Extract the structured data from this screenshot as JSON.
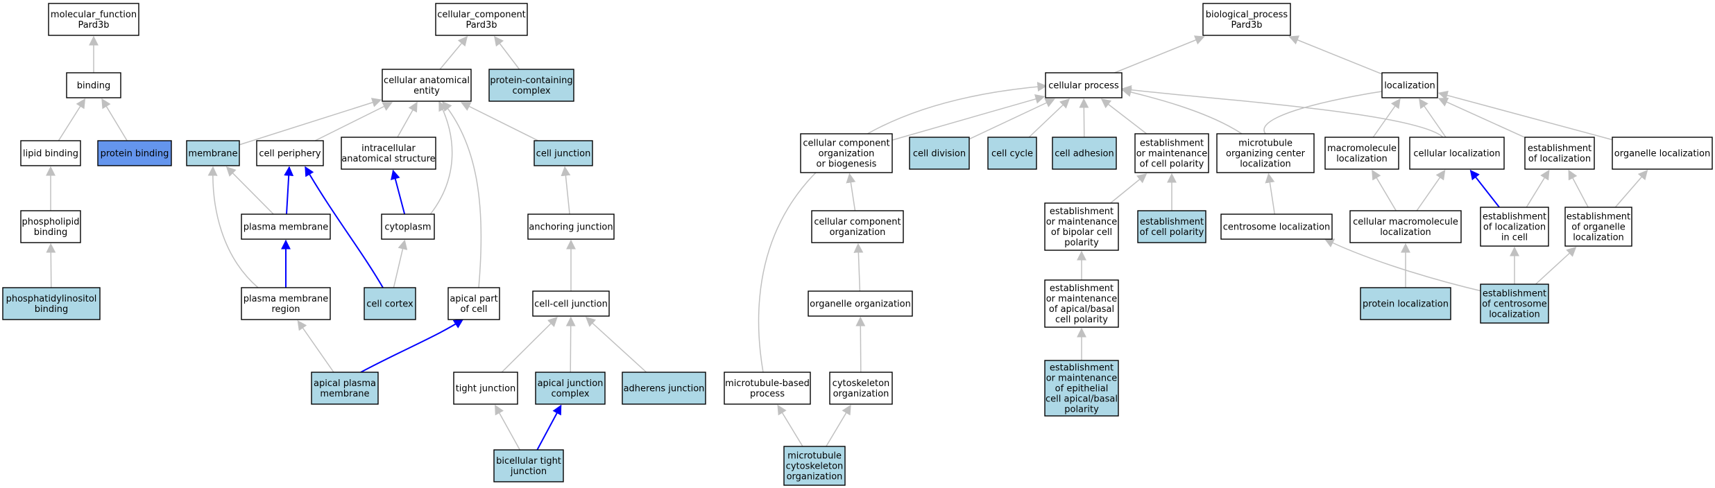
{
  "colors": {
    "default_fill": "#ffffff",
    "annotated_fill": "#add8e6",
    "selected_fill": "#6495ed",
    "is_a_edge": "#c0c0c0",
    "part_of_edge": "#0000ff"
  },
  "nodes": [
    {
      "id": "mf",
      "lines": [
        "molecular_function",
        "Pard3b"
      ],
      "fill": "default"
    },
    {
      "id": "binding",
      "lines": [
        "binding"
      ],
      "fill": "default"
    },
    {
      "id": "lipid_binding",
      "lines": [
        "lipid binding"
      ],
      "fill": "default"
    },
    {
      "id": "protein_binding",
      "lines": [
        "protein binding"
      ],
      "fill": "selected"
    },
    {
      "id": "phospholipid_binding",
      "lines": [
        "phospholipid",
        "binding"
      ],
      "fill": "default"
    },
    {
      "id": "phosphatidylinositol_binding",
      "lines": [
        "phosphatidylinositol",
        "binding"
      ],
      "fill": "annotated"
    },
    {
      "id": "cc",
      "lines": [
        "cellular_component",
        "Pard3b"
      ],
      "fill": "default"
    },
    {
      "id": "cae",
      "lines": [
        "cellular anatomical",
        "entity"
      ],
      "fill": "default"
    },
    {
      "id": "pcc",
      "lines": [
        "protein-containing",
        "complex"
      ],
      "fill": "annotated"
    },
    {
      "id": "membrane",
      "lines": [
        "membrane"
      ],
      "fill": "annotated"
    },
    {
      "id": "cell_periphery",
      "lines": [
        "cell periphery"
      ],
      "fill": "default"
    },
    {
      "id": "ias",
      "lines": [
        "intracellular",
        "anatomical structure"
      ],
      "fill": "default"
    },
    {
      "id": "cell_junction",
      "lines": [
        "cell junction"
      ],
      "fill": "annotated"
    },
    {
      "id": "plasma_membrane",
      "lines": [
        "plasma membrane"
      ],
      "fill": "default"
    },
    {
      "id": "cytoplasm",
      "lines": [
        "cytoplasm"
      ],
      "fill": "default"
    },
    {
      "id": "anchoring_junction",
      "lines": [
        "anchoring junction"
      ],
      "fill": "default"
    },
    {
      "id": "pmr",
      "lines": [
        "plasma membrane",
        "region"
      ],
      "fill": "default"
    },
    {
      "id": "cell_cortex",
      "lines": [
        "cell cortex"
      ],
      "fill": "annotated"
    },
    {
      "id": "apical_part",
      "lines": [
        "apical part",
        "of cell"
      ],
      "fill": "default"
    },
    {
      "id": "ccj",
      "lines": [
        "cell-cell junction"
      ],
      "fill": "default"
    },
    {
      "id": "apm",
      "lines": [
        "apical plasma",
        "membrane"
      ],
      "fill": "annotated"
    },
    {
      "id": "tight_junction",
      "lines": [
        "tight junction"
      ],
      "fill": "default"
    },
    {
      "id": "ajc",
      "lines": [
        "apical junction",
        "complex"
      ],
      "fill": "annotated"
    },
    {
      "id": "adherens",
      "lines": [
        "adherens junction"
      ],
      "fill": "annotated"
    },
    {
      "id": "btj",
      "lines": [
        "bicellular tight",
        "junction"
      ],
      "fill": "annotated"
    },
    {
      "id": "bp",
      "lines": [
        "biological_process",
        "Pard3b"
      ],
      "fill": "default"
    },
    {
      "id": "cellular_process",
      "lines": [
        "cellular process"
      ],
      "fill": "default"
    },
    {
      "id": "localization",
      "lines": [
        "localization"
      ],
      "fill": "default"
    },
    {
      "id": "ccob",
      "lines": [
        "cellular component",
        "organization",
        "or biogenesis"
      ],
      "fill": "default"
    },
    {
      "id": "cell_division",
      "lines": [
        "cell division"
      ],
      "fill": "annotated"
    },
    {
      "id": "cell_cycle",
      "lines": [
        "cell cycle"
      ],
      "fill": "annotated"
    },
    {
      "id": "cell_adhesion",
      "lines": [
        "cell adhesion"
      ],
      "fill": "annotated"
    },
    {
      "id": "emcp",
      "lines": [
        "establishment",
        "or maintenance",
        "of cell polarity"
      ],
      "fill": "default"
    },
    {
      "id": "mocl",
      "lines": [
        "microtubule",
        "organizing center",
        "localization"
      ],
      "fill": "default"
    },
    {
      "id": "macromolecule_loc",
      "lines": [
        "macromolecule",
        "localization"
      ],
      "fill": "default"
    },
    {
      "id": "cellular_loc",
      "lines": [
        "cellular localization"
      ],
      "fill": "default"
    },
    {
      "id": "est_loc",
      "lines": [
        "establishment",
        "of localization"
      ],
      "fill": "default"
    },
    {
      "id": "organelle_loc",
      "lines": [
        "organelle localization"
      ],
      "fill": "default"
    },
    {
      "id": "cco",
      "lines": [
        "cellular component",
        "organization"
      ],
      "fill": "default"
    },
    {
      "id": "emb",
      "lines": [
        "establishment",
        "or maintenance",
        "of bipolar cell",
        "polarity"
      ],
      "fill": "default"
    },
    {
      "id": "ecp",
      "lines": [
        "establishment",
        "of cell polarity"
      ],
      "fill": "annotated"
    },
    {
      "id": "centrosome_loc",
      "lines": [
        "centrosome localization"
      ],
      "fill": "default"
    },
    {
      "id": "cml",
      "lines": [
        "cellular macromolecule",
        "localization"
      ],
      "fill": "default"
    },
    {
      "id": "elic",
      "lines": [
        "establishment",
        "of localization",
        "in cell"
      ],
      "fill": "default"
    },
    {
      "id": "eol",
      "lines": [
        "establishment",
        "of organelle",
        "localization"
      ],
      "fill": "default"
    },
    {
      "id": "organelle_org",
      "lines": [
        "organelle organization"
      ],
      "fill": "default"
    },
    {
      "id": "ema",
      "lines": [
        "establishment",
        "or maintenance",
        "of apical/basal",
        "cell polarity"
      ],
      "fill": "default"
    },
    {
      "id": "protein_loc",
      "lines": [
        "protein localization"
      ],
      "fill": "annotated"
    },
    {
      "id": "ecl",
      "lines": [
        "establishment",
        "of centrosome",
        "localization"
      ],
      "fill": "annotated"
    },
    {
      "id": "mbp",
      "lines": [
        "microtubule-based",
        "process"
      ],
      "fill": "default"
    },
    {
      "id": "cyto_org",
      "lines": [
        "cytoskeleton",
        "organization"
      ],
      "fill": "default"
    },
    {
      "id": "emep",
      "lines": [
        "establishment",
        "or maintenance",
        "of epithelial",
        "cell apical/basal",
        "polarity"
      ],
      "fill": "annotated"
    },
    {
      "id": "mco",
      "lines": [
        "microtubule",
        "cytoskeleton",
        "organization"
      ],
      "fill": "annotated"
    }
  ],
  "edges": [
    {
      "from": "binding",
      "to": "mf",
      "type": "is_a"
    },
    {
      "from": "lipid_binding",
      "to": "binding",
      "type": "is_a"
    },
    {
      "from": "protein_binding",
      "to": "binding",
      "type": "is_a"
    },
    {
      "from": "phospholipid_binding",
      "to": "lipid_binding",
      "type": "is_a"
    },
    {
      "from": "phosphatidylinositol_binding",
      "to": "phospholipid_binding",
      "type": "is_a"
    },
    {
      "from": "cae",
      "to": "cc",
      "type": "is_a"
    },
    {
      "from": "pcc",
      "to": "cc",
      "type": "is_a"
    },
    {
      "from": "membrane",
      "to": "cae",
      "type": "is_a"
    },
    {
      "from": "cell_periphery",
      "to": "cae",
      "type": "is_a"
    },
    {
      "from": "ias",
      "to": "cae",
      "type": "is_a"
    },
    {
      "from": "cell_junction",
      "to": "cae",
      "type": "is_a"
    },
    {
      "from": "plasma_membrane",
      "to": "membrane",
      "type": "is_a"
    },
    {
      "from": "plasma_membrane",
      "to": "cell_periphery",
      "type": "part_of"
    },
    {
      "from": "cytoplasm",
      "to": "ias",
      "type": "part_of"
    },
    {
      "from": "cytoplasm",
      "to": "cae",
      "type": "is_a"
    },
    {
      "from": "anchoring_junction",
      "to": "cell_junction",
      "type": "is_a"
    },
    {
      "from": "pmr",
      "to": "plasma_membrane",
      "type": "part_of"
    },
    {
      "from": "pmr",
      "to": "membrane",
      "type": "is_a"
    },
    {
      "from": "cell_cortex",
      "to": "cell_periphery",
      "type": "part_of"
    },
    {
      "from": "cell_cortex",
      "to": "cytoplasm",
      "type": "is_a"
    },
    {
      "from": "apical_part",
      "to": "cae",
      "type": "is_a"
    },
    {
      "from": "ccj",
      "to": "anchoring_junction",
      "type": "is_a"
    },
    {
      "from": "apm",
      "to": "pmr",
      "type": "is_a"
    },
    {
      "from": "apm",
      "to": "apical_part",
      "type": "part_of"
    },
    {
      "from": "tight_junction",
      "to": "ccj",
      "type": "is_a"
    },
    {
      "from": "ajc",
      "to": "ccj",
      "type": "is_a"
    },
    {
      "from": "adherens",
      "to": "ccj",
      "type": "is_a"
    },
    {
      "from": "btj",
      "to": "tight_junction",
      "type": "is_a"
    },
    {
      "from": "btj",
      "to": "ajc",
      "type": "part_of"
    },
    {
      "from": "cellular_process",
      "to": "bp",
      "type": "is_a"
    },
    {
      "from": "localization",
      "to": "bp",
      "type": "is_a"
    },
    {
      "from": "ccob",
      "to": "cellular_process",
      "type": "is_a"
    },
    {
      "from": "cell_division",
      "to": "cellular_process",
      "type": "is_a"
    },
    {
      "from": "cell_cycle",
      "to": "cellular_process",
      "type": "is_a"
    },
    {
      "from": "cell_adhesion",
      "to": "cellular_process",
      "type": "is_a"
    },
    {
      "from": "emcp",
      "to": "cellular_process",
      "type": "is_a"
    },
    {
      "from": "mocl",
      "to": "cellular_process",
      "type": "is_a"
    },
    {
      "from": "mocl",
      "to": "localization",
      "type": "is_a"
    },
    {
      "from": "macromolecule_loc",
      "to": "localization",
      "type": "is_a"
    },
    {
      "from": "cellular_loc",
      "to": "localization",
      "type": "is_a"
    },
    {
      "from": "cellular_loc",
      "to": "cellular_process",
      "type": "is_a"
    },
    {
      "from": "est_loc",
      "to": "localization",
      "type": "is_a"
    },
    {
      "from": "organelle_loc",
      "to": "localization",
      "type": "is_a"
    },
    {
      "from": "cco",
      "to": "ccob",
      "type": "is_a"
    },
    {
      "from": "emb",
      "to": "emcp",
      "type": "is_a"
    },
    {
      "from": "ecp",
      "to": "emcp",
      "type": "is_a"
    },
    {
      "from": "centrosome_loc",
      "to": "mocl",
      "type": "is_a"
    },
    {
      "from": "cml",
      "to": "macromolecule_loc",
      "type": "is_a"
    },
    {
      "from": "cml",
      "to": "cellular_loc",
      "type": "is_a"
    },
    {
      "from": "elic",
      "to": "cellular_loc",
      "type": "part_of"
    },
    {
      "from": "elic",
      "to": "est_loc",
      "type": "is_a"
    },
    {
      "from": "eol",
      "to": "est_loc",
      "type": "is_a"
    },
    {
      "from": "eol",
      "to": "organelle_loc",
      "type": "is_a"
    },
    {
      "from": "organelle_org",
      "to": "cco",
      "type": "is_a"
    },
    {
      "from": "ema",
      "to": "emb",
      "type": "is_a"
    },
    {
      "from": "protein_loc",
      "to": "cml",
      "type": "is_a"
    },
    {
      "from": "ecl",
      "to": "centrosome_loc",
      "type": "is_a"
    },
    {
      "from": "ecl",
      "to": "elic",
      "type": "is_a"
    },
    {
      "from": "ecl",
      "to": "eol",
      "type": "is_a"
    },
    {
      "from": "cyto_org",
      "to": "organelle_org",
      "type": "is_a"
    },
    {
      "from": "emep",
      "to": "ema",
      "type": "is_a"
    },
    {
      "from": "mbp",
      "to": "cellular_process",
      "type": "is_a"
    },
    {
      "from": "mco",
      "to": "mbp",
      "type": "is_a"
    },
    {
      "from": "mco",
      "to": "cyto_org",
      "type": "is_a"
    }
  ]
}
